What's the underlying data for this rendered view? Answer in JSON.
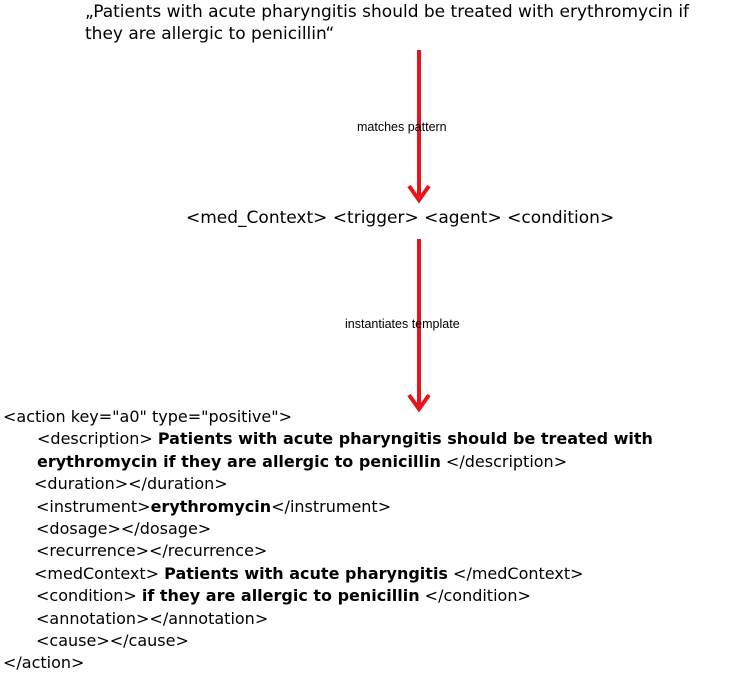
{
  "quote": {
    "line1": "„Patients with acute pharyngitis should be treated with erythromycin if",
    "line2": "they are allergic to penicillin“"
  },
  "edges": {
    "matches": "matches pattern",
    "instantiates": "instantiates template"
  },
  "pattern": "<med_Context> <trigger> <agent> <condition>",
  "colors": {
    "arrow": "#e8141c",
    "text": "#000000",
    "background": "#ffffff"
  },
  "xml": {
    "open": "<action key=\"a0\" type=\"positive\">",
    "description_open": "<description> ",
    "description_bold_1": "Patients with acute pharyngitis should be treated with",
    "description_bold_2": "erythromycin if they are allergic to penicillin",
    "description_close": " </description>",
    "duration": "<duration></duration>",
    "instrument_open": "<instrument>",
    "instrument_value": "erythromycin",
    "instrument_close": "</instrument>",
    "dosage": "<dosage></dosage>",
    "recurrence": "<recurrence></recurrence>",
    "medcontext_open": "<medContext> ",
    "medcontext_value": "Patients with acute pharyngitis",
    "medcontext_close": " </medContext>",
    "condition_open": "<condition> ",
    "condition_value": "if they are allergic to penicillin",
    "condition_close": " </condition>",
    "annotation": "<annotation></annotation>",
    "cause": "<cause></cause>",
    "close": "</action>"
  }
}
